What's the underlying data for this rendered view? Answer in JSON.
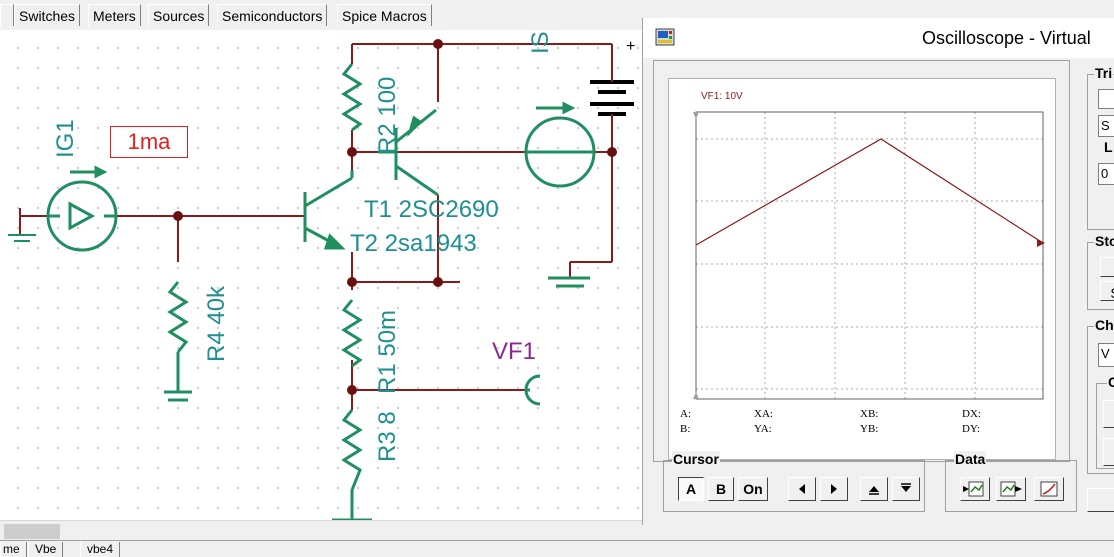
{
  "component_tabs": [
    "Switches",
    "Meters",
    "Sources",
    "Semiconductors",
    "Spice Macros"
  ],
  "schematic": {
    "source_label": "IG1",
    "source_value": "1ma",
    "r2_label": "R2 100",
    "r4_label": "R4 40k",
    "r1_label": "R1 50m",
    "r3_label": "R3 8",
    "t1_label": "T1 2SC2690",
    "t2_label": "T2 2sa1943",
    "is_label": "IS",
    "plus_sign": "+",
    "probe_label": "VF1"
  },
  "bottom_tabs": [
    "me",
    "Vbe",
    "vbe4"
  ],
  "oscilloscope": {
    "title": "Oscilloscope - Virtual",
    "channel_label": "VF1: 10V",
    "trace_color": "#8b1a1a",
    "readouts": {
      "a": "A:",
      "b": "B:",
      "xa": "XA:",
      "ya": "YA:",
      "xb": "XB:",
      "yb": "YB:",
      "dx": "DX:",
      "dy": "DY:"
    },
    "cursor_group": "Cursor",
    "cursor_buttons": [
      "A",
      "B",
      "On"
    ],
    "data_group": "Data",
    "right_labels": {
      "trigger": "Tri",
      "trigger_field": "S",
      "level_label": "L",
      "level_value": "0",
      "storage": "Sto",
      "storage_btn": "S",
      "channel": "Ch",
      "channel_field": "V",
      "sub": "C"
    }
  }
}
